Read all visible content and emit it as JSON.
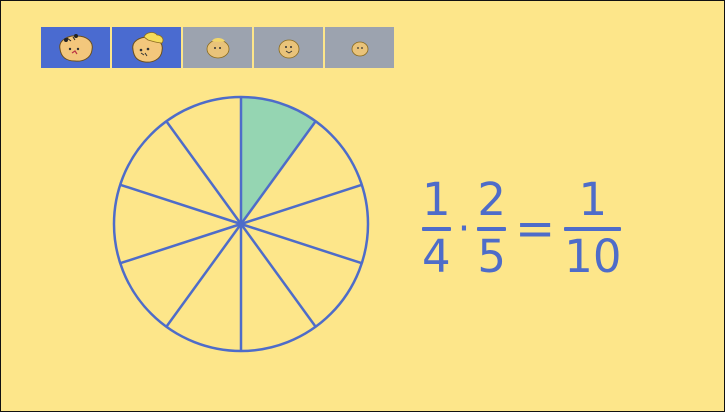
{
  "colors": {
    "background": "#fde68a",
    "accent": "#4e6cc9",
    "active_thumb": "#4a6bd0",
    "inactive_thumb": "#9ca3af",
    "highlight_slice": "#95d5b2",
    "character": "#f3c77c"
  },
  "thumbnails": [
    {
      "icon": "character-icon",
      "active": true
    },
    {
      "icon": "character-icon",
      "active": true
    },
    {
      "icon": "character-icon",
      "active": false
    },
    {
      "icon": "character-icon",
      "active": false
    },
    {
      "icon": "character-icon",
      "active": false
    }
  ],
  "pie": {
    "total_slices": 10,
    "highlighted_slices": 1
  },
  "equation": {
    "frac1": {
      "num": "1",
      "den": "4"
    },
    "op1": "·",
    "frac2": {
      "num": "2",
      "den": "5"
    },
    "op2": "=",
    "result": {
      "num": "1",
      "den": "10"
    }
  }
}
